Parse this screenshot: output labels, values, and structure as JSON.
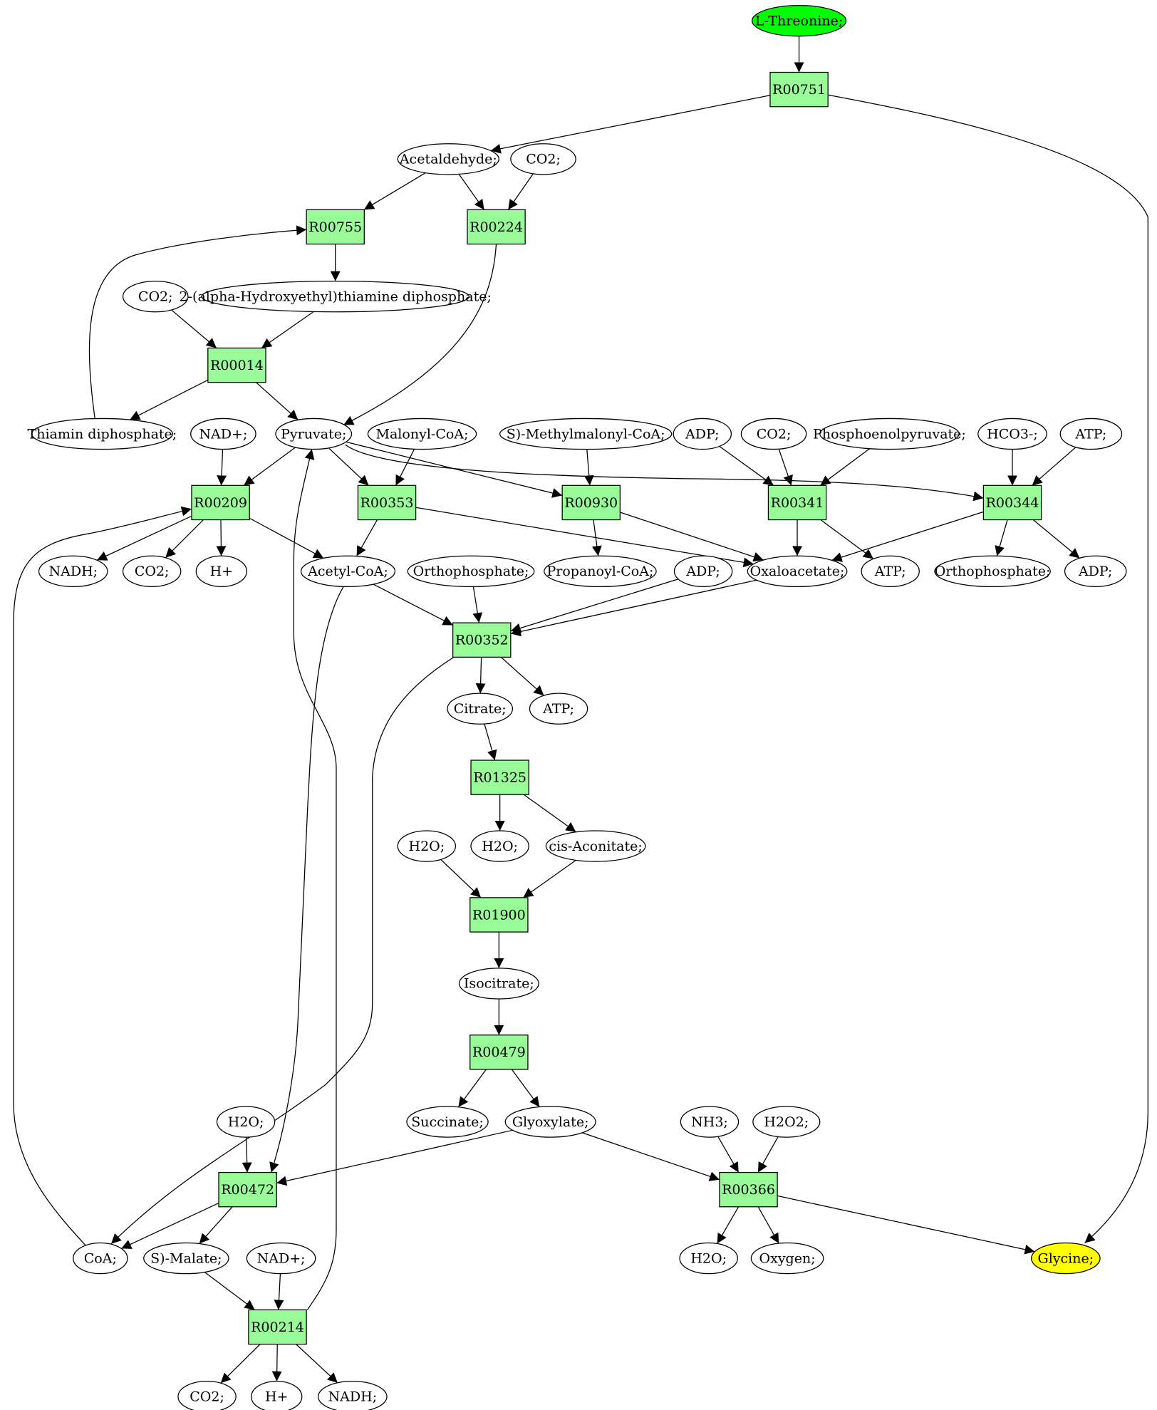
{
  "colors": {
    "start": "#00ff00",
    "end": "#ffff00",
    "reaction": "#98fb98",
    "compound": "#ffffff",
    "stroke": "#000000"
  },
  "nodes": [
    {
      "id": "n_lthr",
      "type": "start",
      "label": "L-Threonine;"
    },
    {
      "id": "r00751",
      "type": "reaction",
      "label": "R00751"
    },
    {
      "id": "n_acetald",
      "type": "compound",
      "label": "Acetaldehyde;"
    },
    {
      "id": "n_co2_a",
      "type": "compound",
      "label": "CO2;"
    },
    {
      "id": "r00755",
      "type": "reaction",
      "label": "R00755"
    },
    {
      "id": "r00224",
      "type": "reaction",
      "label": "R00224"
    },
    {
      "id": "n_co2_b",
      "type": "compound",
      "label": "CO2;"
    },
    {
      "id": "n_hetdp",
      "type": "compound",
      "label": "2-(alpha-Hydroxyethyl)thiamine diphosphate;"
    },
    {
      "id": "r00014",
      "type": "reaction",
      "label": "R00014"
    },
    {
      "id": "n_tdp",
      "type": "compound",
      "label": "Thiamin diphosphate;"
    },
    {
      "id": "n_nad_a",
      "type": "compound",
      "label": "NAD+;"
    },
    {
      "id": "n_pyr",
      "type": "compound",
      "label": "Pyruvate;"
    },
    {
      "id": "n_malcoa",
      "type": "compound",
      "label": "Malonyl-CoA;"
    },
    {
      "id": "n_smmcoa",
      "type": "compound",
      "label": "S)-Methylmalonyl-CoA;"
    },
    {
      "id": "n_adp_a",
      "type": "compound",
      "label": "ADP;"
    },
    {
      "id": "n_co2_c",
      "type": "compound",
      "label": "CO2;"
    },
    {
      "id": "n_pep",
      "type": "compound",
      "label": "Phosphoenolpyruvate;"
    },
    {
      "id": "n_hco3",
      "type": "compound",
      "label": "HCO3-;"
    },
    {
      "id": "n_atp_a",
      "type": "compound",
      "label": "ATP;"
    },
    {
      "id": "r00209",
      "type": "reaction",
      "label": "R00209"
    },
    {
      "id": "r00353",
      "type": "reaction",
      "label": "R00353"
    },
    {
      "id": "r00930",
      "type": "reaction",
      "label": "R00930"
    },
    {
      "id": "r00341",
      "type": "reaction",
      "label": "R00341"
    },
    {
      "id": "r00344",
      "type": "reaction",
      "label": "R00344"
    },
    {
      "id": "n_nadh_a",
      "type": "compound",
      "label": "NADH;"
    },
    {
      "id": "n_co2_d",
      "type": "compound",
      "label": "CO2;"
    },
    {
      "id": "n_h_a",
      "type": "compound",
      "label": "H+"
    },
    {
      "id": "n_acoa",
      "type": "compound",
      "label": "Acetyl-CoA;"
    },
    {
      "id": "n_pi_a",
      "type": "compound",
      "label": "Orthophosphate;"
    },
    {
      "id": "n_propcoa",
      "type": "compound",
      "label": "Propanoyl-CoA;"
    },
    {
      "id": "n_adp_b",
      "type": "compound",
      "label": "ADP;"
    },
    {
      "id": "n_oaa",
      "type": "compound",
      "label": "Oxaloacetate;"
    },
    {
      "id": "n_atp_b",
      "type": "compound",
      "label": "ATP;"
    },
    {
      "id": "n_pi_b",
      "type": "compound",
      "label": "Orthophosphate;"
    },
    {
      "id": "n_adp_c",
      "type": "compound",
      "label": "ADP;"
    },
    {
      "id": "r00352",
      "type": "reaction",
      "label": "R00352"
    },
    {
      "id": "n_cit",
      "type": "compound",
      "label": "Citrate;"
    },
    {
      "id": "n_atp_c",
      "type": "compound",
      "label": "ATP;"
    },
    {
      "id": "r01325",
      "type": "reaction",
      "label": "R01325"
    },
    {
      "id": "n_h2o_a",
      "type": "compound",
      "label": "H2O;"
    },
    {
      "id": "n_h2o_b",
      "type": "compound",
      "label": "H2O;"
    },
    {
      "id": "n_cisacon",
      "type": "compound",
      "label": "cis-Aconitate;"
    },
    {
      "id": "r01900",
      "type": "reaction",
      "label": "R01900"
    },
    {
      "id": "n_icit",
      "type": "compound",
      "label": "Isocitrate;"
    },
    {
      "id": "r00479",
      "type": "reaction",
      "label": "R00479"
    },
    {
      "id": "n_succ",
      "type": "compound",
      "label": "Succinate;"
    },
    {
      "id": "n_glyox",
      "type": "compound",
      "label": "Glyoxylate;"
    },
    {
      "id": "n_h2o_c",
      "type": "compound",
      "label": "H2O;"
    },
    {
      "id": "n_nh3",
      "type": "compound",
      "label": "NH3;"
    },
    {
      "id": "n_h2o2",
      "type": "compound",
      "label": "H2O2;"
    },
    {
      "id": "r00472",
      "type": "reaction",
      "label": "R00472"
    },
    {
      "id": "r00366",
      "type": "reaction",
      "label": "R00366"
    },
    {
      "id": "n_coa",
      "type": "compound",
      "label": "CoA;"
    },
    {
      "id": "n_smal",
      "type": "compound",
      "label": "S)-Malate;"
    },
    {
      "id": "n_nad_b",
      "type": "compound",
      "label": "NAD+;"
    },
    {
      "id": "n_h2o_d",
      "type": "compound",
      "label": "H2O;"
    },
    {
      "id": "n_oxy",
      "type": "compound",
      "label": "Oxygen;"
    },
    {
      "id": "n_gly",
      "type": "end",
      "label": "Glycine;"
    },
    {
      "id": "r00214",
      "type": "reaction",
      "label": "R00214"
    },
    {
      "id": "n_co2_e",
      "type": "compound",
      "label": "CO2;"
    },
    {
      "id": "n_h_b",
      "type": "compound",
      "label": "H+"
    },
    {
      "id": "n_nadh_b",
      "type": "compound",
      "label": "NADH;"
    }
  ],
  "edges": [
    [
      "n_lthr",
      "r00751"
    ],
    [
      "r00751",
      "n_acetald"
    ],
    [
      "r00751",
      "n_gly"
    ],
    [
      "n_acetald",
      "r00755"
    ],
    [
      "n_acetald",
      "r00224"
    ],
    [
      "n_co2_a",
      "r00224"
    ],
    [
      "r00755",
      "n_hetdp"
    ],
    [
      "n_co2_b",
      "r00014"
    ],
    [
      "n_hetdp",
      "r00014"
    ],
    [
      "r00014",
      "n_tdp"
    ],
    [
      "r00014",
      "n_pyr"
    ],
    [
      "n_tdp",
      "r00755"
    ],
    [
      "r00224",
      "n_pyr"
    ],
    [
      "n_nad_a",
      "r00209"
    ],
    [
      "n_pyr",
      "r00209"
    ],
    [
      "n_pyr",
      "r00353"
    ],
    [
      "n_pyr",
      "r00930"
    ],
    [
      "n_pyr",
      "r00344"
    ],
    [
      "n_malcoa",
      "r00353"
    ],
    [
      "n_smmcoa",
      "r00930"
    ],
    [
      "n_adp_a",
      "r00341"
    ],
    [
      "n_co2_c",
      "r00341"
    ],
    [
      "n_pep",
      "r00341"
    ],
    [
      "n_hco3",
      "r00344"
    ],
    [
      "n_atp_a",
      "r00344"
    ],
    [
      "r00209",
      "n_nadh_a"
    ],
    [
      "r00209",
      "n_co2_d"
    ],
    [
      "r00209",
      "n_h_a"
    ],
    [
      "r00209",
      "n_acoa"
    ],
    [
      "r00353",
      "n_acoa"
    ],
    [
      "r00353",
      "n_oaa"
    ],
    [
      "r00930",
      "n_propcoa"
    ],
    [
      "r00930",
      "n_oaa"
    ],
    [
      "r00341",
      "n_oaa"
    ],
    [
      "r00341",
      "n_atp_b"
    ],
    [
      "r00344",
      "n_oaa"
    ],
    [
      "r00344",
      "n_pi_b"
    ],
    [
      "r00344",
      "n_adp_c"
    ],
    [
      "n_acoa",
      "r00352"
    ],
    [
      "n_pi_a",
      "r00352"
    ],
    [
      "n_adp_b",
      "r00352"
    ],
    [
      "n_oaa",
      "r00352"
    ],
    [
      "r00352",
      "n_cit"
    ],
    [
      "r00352",
      "n_atp_c"
    ],
    [
      "r00352",
      "n_coa"
    ],
    [
      "n_cit",
      "r01325"
    ],
    [
      "r01325",
      "n_h2o_b"
    ],
    [
      "r01325",
      "n_cisacon"
    ],
    [
      "n_h2o_a",
      "r01900"
    ],
    [
      "n_cisacon",
      "r01900"
    ],
    [
      "r01900",
      "n_icit"
    ],
    [
      "n_icit",
      "r00479"
    ],
    [
      "r00479",
      "n_succ"
    ],
    [
      "r00479",
      "n_glyox"
    ],
    [
      "n_h2o_c",
      "r00472"
    ],
    [
      "n_acoa",
      "r00472"
    ],
    [
      "n_glyox",
      "r00472"
    ],
    [
      "n_glyox",
      "r00366"
    ],
    [
      "n_nh3",
      "r00366"
    ],
    [
      "n_h2o2",
      "r00366"
    ],
    [
      "r00472",
      "n_coa"
    ],
    [
      "r00472",
      "n_smal"
    ],
    [
      "n_coa",
      "r00209"
    ],
    [
      "n_smal",
      "r00214"
    ],
    [
      "n_nad_b",
      "r00214"
    ],
    [
      "r00214",
      "n_pyr"
    ],
    [
      "r00214",
      "n_co2_e"
    ],
    [
      "r00214",
      "n_h_b"
    ],
    [
      "r00214",
      "n_nadh_b"
    ],
    [
      "r00366",
      "n_h2o_d"
    ],
    [
      "r00366",
      "n_oxy"
    ],
    [
      "r00366",
      "n_gly"
    ]
  ]
}
